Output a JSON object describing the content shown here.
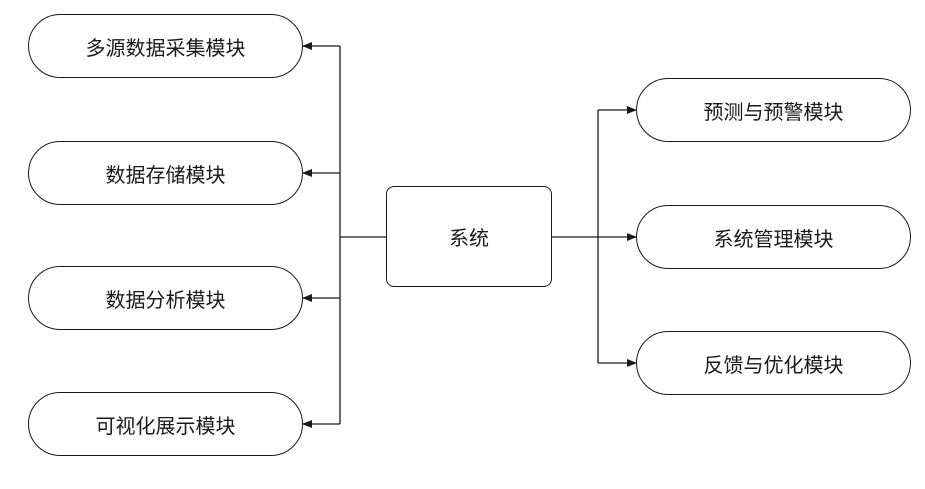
{
  "center": {
    "label": "系统"
  },
  "left_modules": [
    {
      "label": "多源数据采集模块"
    },
    {
      "label": "数据存储模块"
    },
    {
      "label": "数据分析模块"
    },
    {
      "label": "可视化展示模块"
    }
  ],
  "right_modules": [
    {
      "label": "预测与预警模块"
    },
    {
      "label": "系统管理模块"
    },
    {
      "label": "反馈与优化模块"
    }
  ],
  "colors": {
    "line": "#1a1a1a",
    "border": "#1a1a1a",
    "background": "#ffffff"
  }
}
